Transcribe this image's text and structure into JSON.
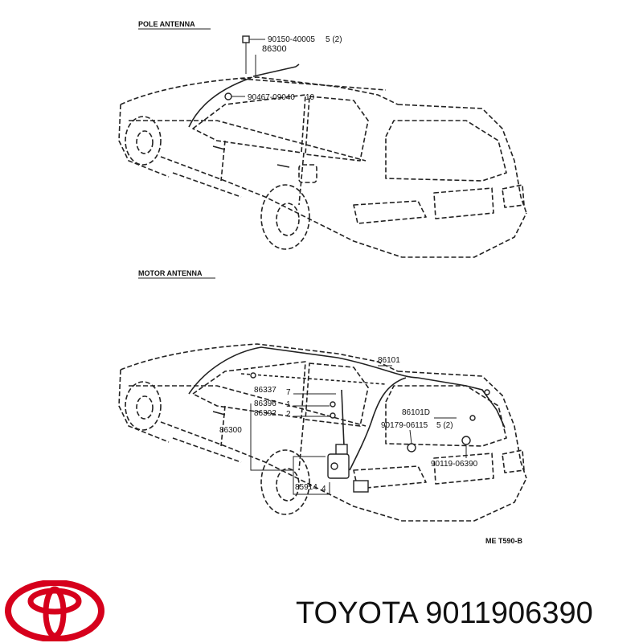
{
  "diagram": {
    "pole_section": {
      "title": "POLE ANTENNA",
      "labels": {
        "screw_code": "90150-40005",
        "screw_qty": "5 (2)",
        "antenna": "86300",
        "clip_code": "90467-09040",
        "clip_qty": "10"
      }
    },
    "motor_section": {
      "title": "MOTOR ANTENNA",
      "labels": {
        "cord": "86101",
        "grommet_a": "86337",
        "grommet_a_qty": "7",
        "part_86396": "86396",
        "part_86396_qty": "1",
        "part_86392": "86392",
        "part_86392_qty": "2",
        "antenna": "86300",
        "cord_d": "86101D",
        "clip_code": "90179-06115",
        "clip_qty": "5 (2)",
        "bolt_code": "90119-06390",
        "motor": "85914",
        "motor_qty": "4"
      }
    },
    "sheet_code": "ME  T590-B"
  },
  "footer": {
    "brand": "TOYOTA",
    "part_number": "9011906390",
    "logo_color": "#d6001c"
  }
}
